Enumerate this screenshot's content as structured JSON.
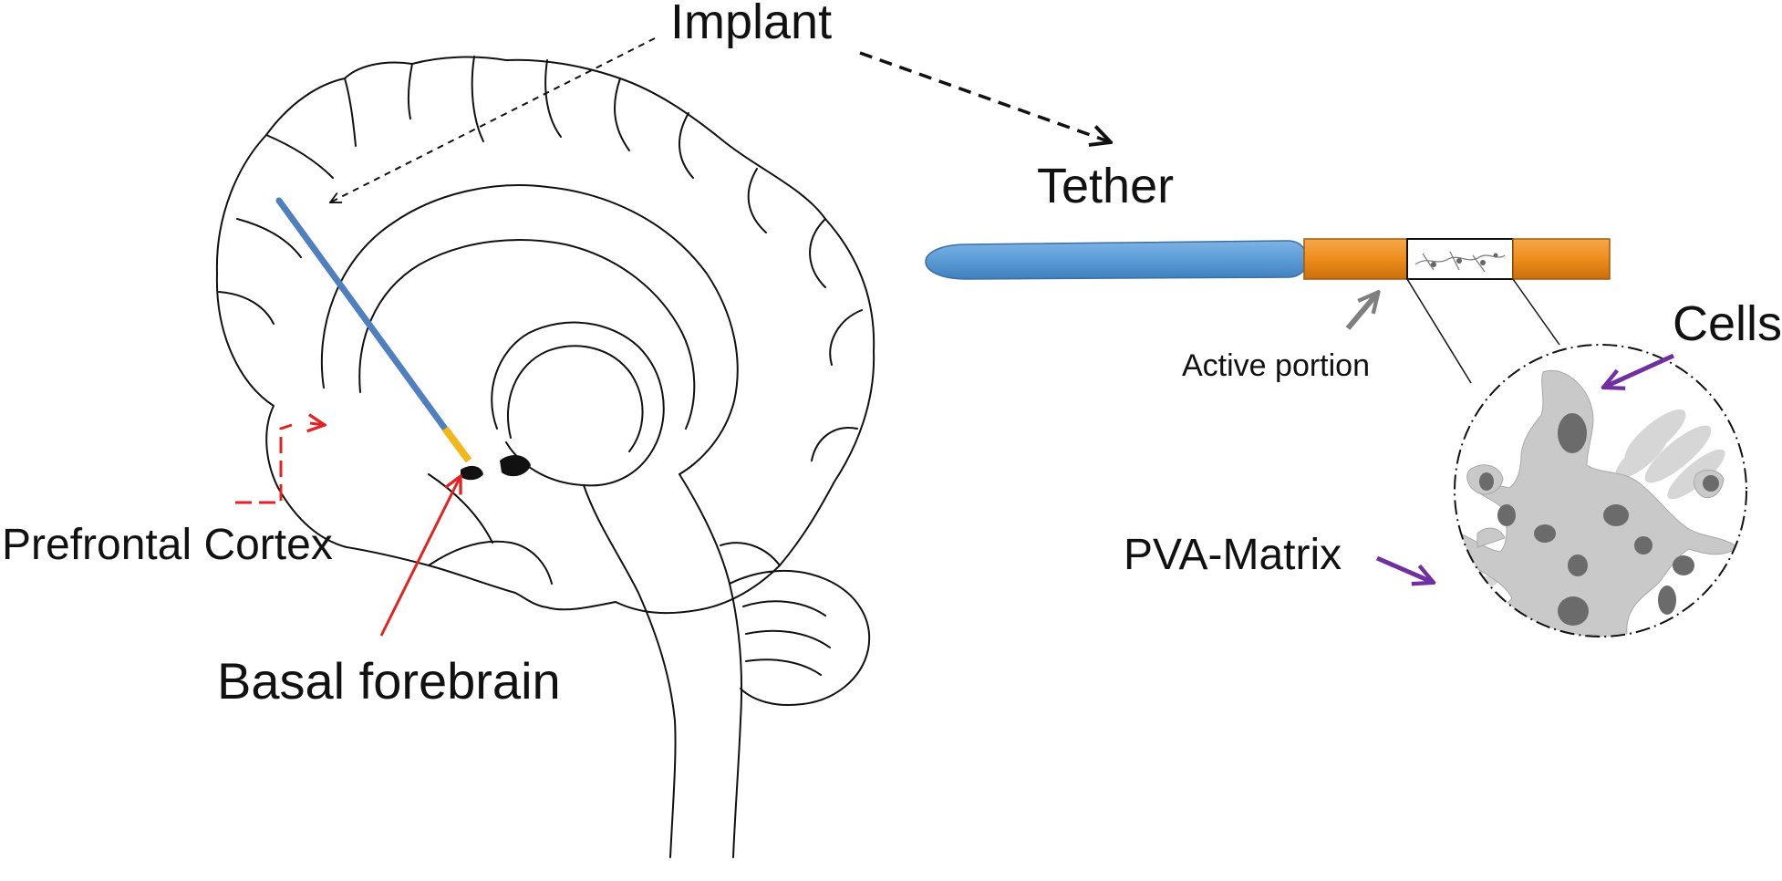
{
  "labels": {
    "implant": "Implant",
    "tether": "Tether",
    "prefrontal_cortex": "Prefrontal Cortex",
    "basal_forebrain": "Basal forebrain",
    "active_portion": "Active portion",
    "cells": "Cells",
    "pva_matrix": "PVA-Matrix"
  },
  "colors": {
    "implant_shaft": "#4f7fbf",
    "implant_tip": "#f2b71c",
    "tether_body": "#5b9bd5",
    "active_segment": "#ee8c1c",
    "cell_body": "#c9c9c9",
    "cell_nucleus": "#6b6b6b",
    "pointer_red": "#e32222",
    "pointer_purple": "#7030a0",
    "pointer_gray": "#7f7f7f"
  },
  "icons": {
    "brain": "brain-sagittal-outline",
    "tether": "tether-rod",
    "magnifier": "zoom-circle"
  }
}
